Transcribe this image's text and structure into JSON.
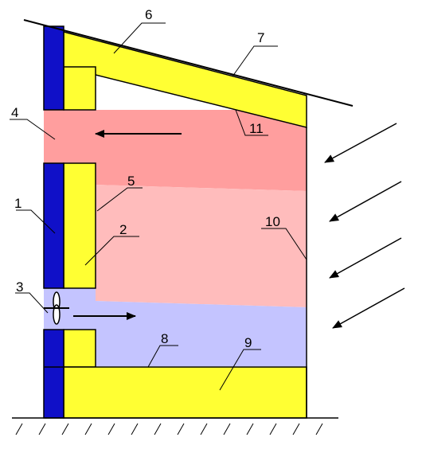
{
  "colors": {
    "insulation_yellow": "#ffff33",
    "wall_blue": "#1010c8",
    "warm_air_dark": "#ff9e9e",
    "warm_air_light": "#ffbcbc",
    "cool_air": "#c4c4ff",
    "outline": "#000000",
    "background": "#ffffff"
  },
  "labels": {
    "n1": "1",
    "n2": "2",
    "n3": "3",
    "n4": "4",
    "n5": "5",
    "n6": "6",
    "n7": "7",
    "n8": "8",
    "n9": "9",
    "n10": "10",
    "n11": "11"
  },
  "icons": {
    "fan": "fan-icon",
    "airflow_left": "arrow-left-icon",
    "airflow_right": "arrow-right-icon",
    "sun_rays": "sun-ray-arrow-icon",
    "ground": "ground-hatch"
  }
}
